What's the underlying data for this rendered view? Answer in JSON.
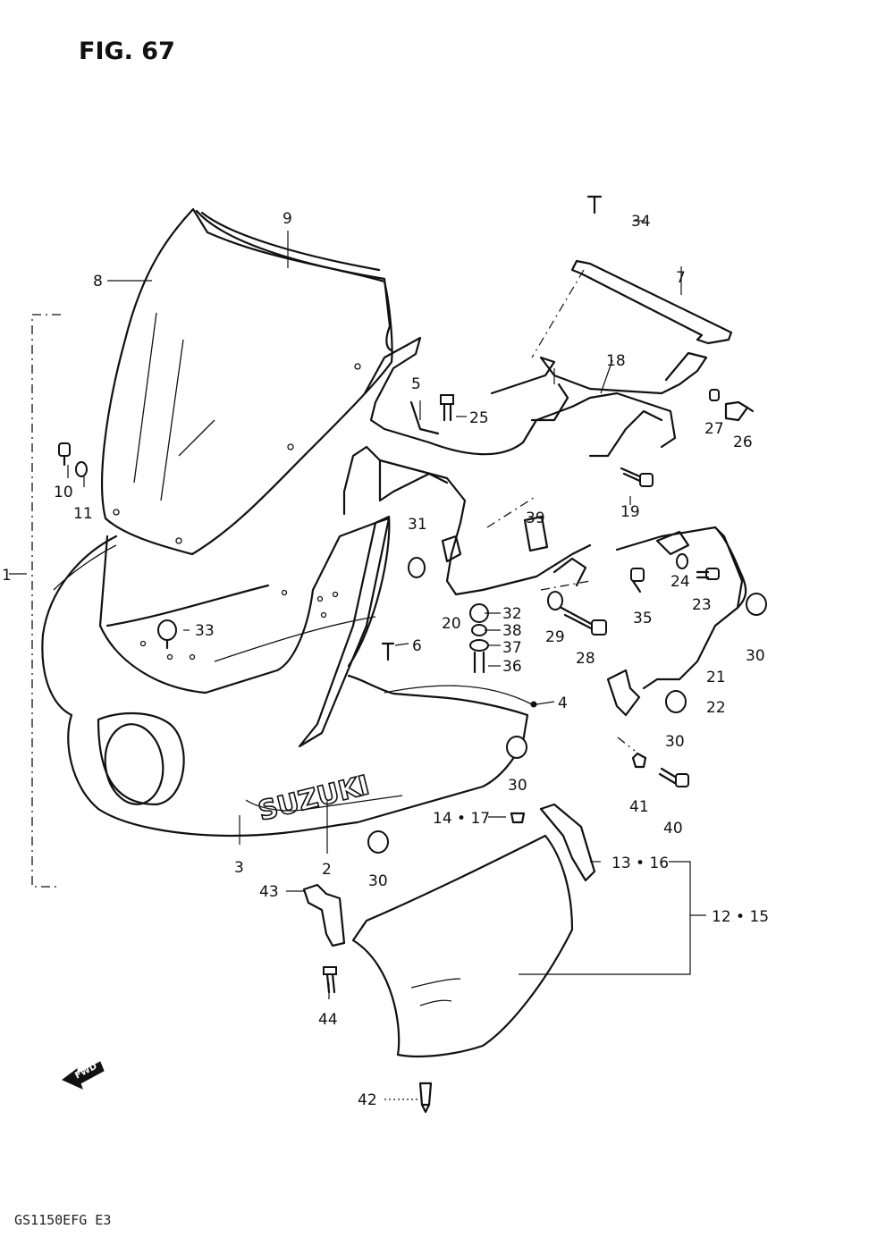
{
  "figure": {
    "title": "FIG. 67",
    "model_code": "GS1150EFG E3",
    "fwd_label": "FWD"
  },
  "callouts": [
    {
      "id": "p1",
      "text": "1"
    },
    {
      "id": "p2",
      "text": "2"
    },
    {
      "id": "p3",
      "text": "3"
    },
    {
      "id": "p4",
      "text": "4"
    },
    {
      "id": "p5",
      "text": "5"
    },
    {
      "id": "p6",
      "text": "6"
    },
    {
      "id": "p7",
      "text": "7"
    },
    {
      "id": "p8",
      "text": "8"
    },
    {
      "id": "p9",
      "text": "9"
    },
    {
      "id": "p10",
      "text": "10"
    },
    {
      "id": "p11",
      "text": "11"
    },
    {
      "id": "p12-15",
      "text": "12 • 15"
    },
    {
      "id": "p13-16",
      "text": "13 • 16"
    },
    {
      "id": "p14-17",
      "text": "14 • 17"
    },
    {
      "id": "p18",
      "text": "18"
    },
    {
      "id": "p19",
      "text": "19"
    },
    {
      "id": "p20",
      "text": "20"
    },
    {
      "id": "p21",
      "text": "21"
    },
    {
      "id": "p22",
      "text": "22"
    },
    {
      "id": "p23",
      "text": "23"
    },
    {
      "id": "p24",
      "text": "24"
    },
    {
      "id": "p25",
      "text": "25"
    },
    {
      "id": "p26",
      "text": "26"
    },
    {
      "id": "p27",
      "text": "27"
    },
    {
      "id": "p28",
      "text": "28"
    },
    {
      "id": "p29",
      "text": "29"
    },
    {
      "id": "p30a",
      "text": "30"
    },
    {
      "id": "p30b",
      "text": "30"
    },
    {
      "id": "p30c",
      "text": "30"
    },
    {
      "id": "p30d",
      "text": "30"
    },
    {
      "id": "p31",
      "text": "31"
    },
    {
      "id": "p32",
      "text": "32"
    },
    {
      "id": "p33",
      "text": "33"
    },
    {
      "id": "p34",
      "text": "34"
    },
    {
      "id": "p35",
      "text": "35"
    },
    {
      "id": "p36",
      "text": "36"
    },
    {
      "id": "p37",
      "text": "37"
    },
    {
      "id": "p38",
      "text": "38"
    },
    {
      "id": "p39",
      "text": "39"
    },
    {
      "id": "p40",
      "text": "40"
    },
    {
      "id": "p41",
      "text": "41"
    },
    {
      "id": "p42",
      "text": "42"
    },
    {
      "id": "p43",
      "text": "43"
    },
    {
      "id": "p44",
      "text": "44"
    }
  ]
}
